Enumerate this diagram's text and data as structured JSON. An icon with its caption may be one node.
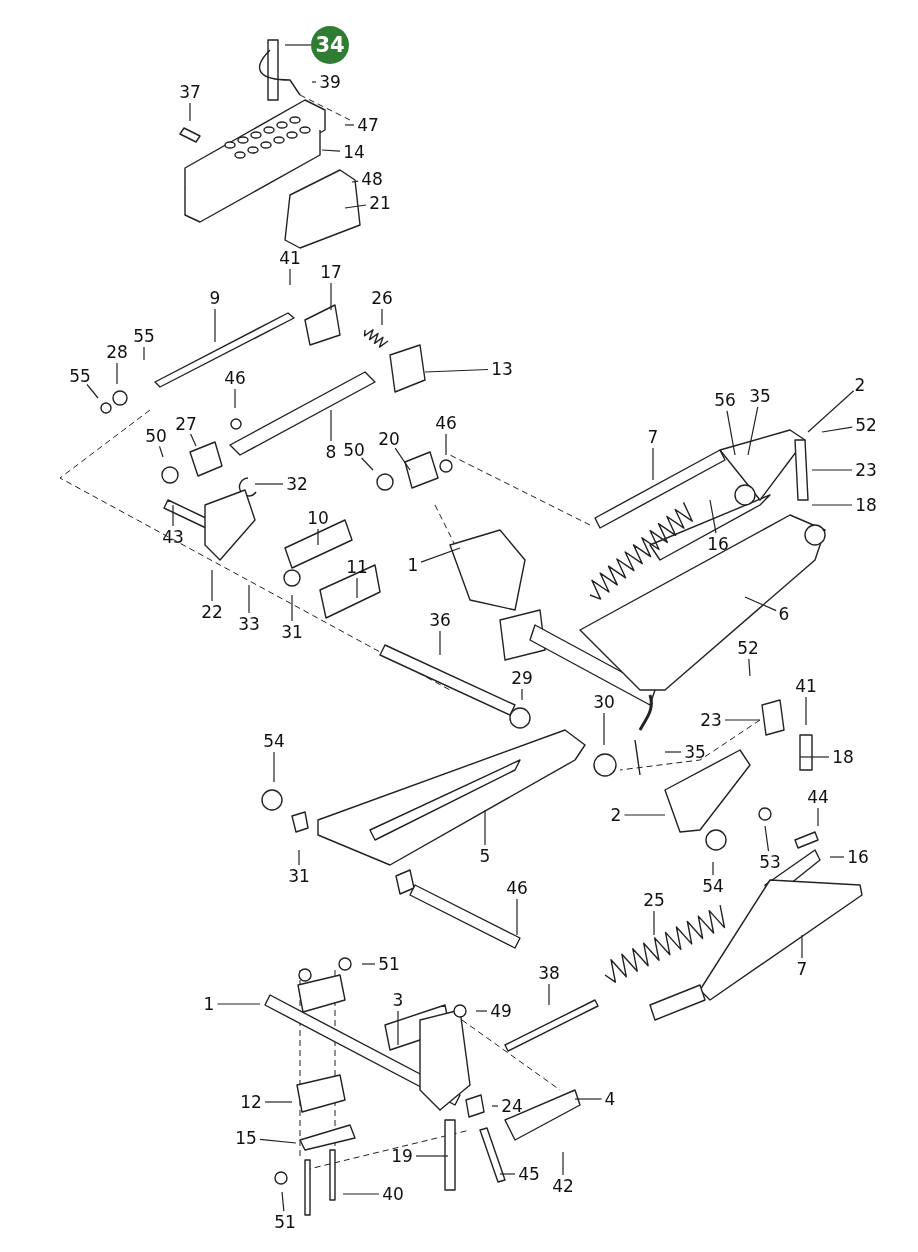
{
  "diagram": {
    "nodes": [
      {
        "text": [
          "34"
        ]
      },
      {
        "text": [
          "39"
        ]
      },
      {
        "text": [
          "37"
        ]
      },
      {
        "text": [
          "47"
        ]
      },
      {
        "text": [
          "14"
        ]
      },
      {
        "text": [
          "48"
        ]
      },
      {
        "text": [
          "21"
        ]
      },
      {
        "text": [
          "41"
        ]
      },
      {
        "text": [
          "17"
        ]
      },
      {
        "text": [
          "9"
        ]
      },
      {
        "text": [
          "26"
        ]
      },
      {
        "text": [
          "55"
        ]
      },
      {
        "text": [
          "28"
        ]
      },
      {
        "text": [
          "55"
        ]
      },
      {
        "text": [
          "13"
        ]
      },
      {
        "text": [
          "46"
        ]
      },
      {
        "text": [
          "27"
        ]
      },
      {
        "text": [
          "56"
        ]
      },
      {
        "text": [
          "35"
        ]
      },
      {
        "text": [
          "2"
        ]
      },
      {
        "text": [
          "52"
        ]
      },
      {
        "text": [
          "7"
        ]
      },
      {
        "text": [
          "23"
        ]
      },
      {
        "text": [
          "50"
        ]
      },
      {
        "text": [
          "20"
        ]
      },
      {
        "text": [
          "46"
        ]
      },
      {
        "text": [
          "32"
        ]
      },
      {
        "text": [
          "18"
        ]
      },
      {
        "text": [
          "50"
        ]
      },
      {
        "text": [
          "8"
        ]
      },
      {
        "text": [
          "10"
        ]
      },
      {
        "text": [
          "43"
        ]
      },
      {
        "text": [
          "16"
        ]
      },
      {
        "text": [
          "1"
        ]
      },
      {
        "text": [
          "11"
        ]
      },
      {
        "text": [
          "22"
        ]
      },
      {
        "text": [
          "33"
        ]
      },
      {
        "text": [
          "31"
        ]
      },
      {
        "text": [
          "6"
        ]
      },
      {
        "text": [
          "36"
        ]
      },
      {
        "text": [
          "52"
        ]
      },
      {
        "text": [
          "41"
        ]
      },
      {
        "text": [
          "29"
        ]
      },
      {
        "text": [
          "30"
        ]
      },
      {
        "text": [
          "23"
        ]
      },
      {
        "text": [
          "18"
        ]
      },
      {
        "text": [
          "54"
        ]
      },
      {
        "text": [
          "35"
        ]
      },
      {
        "text": [
          "2"
        ]
      },
      {
        "text": [
          "44"
        ]
      },
      {
        "text": [
          "53"
        ]
      },
      {
        "text": [
          "16"
        ]
      },
      {
        "text": [
          "31"
        ]
      },
      {
        "text": [
          "5"
        ]
      },
      {
        "text": [
          "54"
        ]
      },
      {
        "text": [
          "46"
        ]
      },
      {
        "text": [
          "25"
        ]
      },
      {
        "text": [
          "51"
        ]
      },
      {
        "text": [
          "7"
        ]
      },
      {
        "text": [
          "38"
        ]
      },
      {
        "text": [
          "1"
        ]
      },
      {
        "text": [
          "3"
        ]
      },
      {
        "text": [
          "49"
        ]
      },
      {
        "text": [
          "12"
        ]
      },
      {
        "text": [
          "24"
        ]
      },
      {
        "text": [
          "4"
        ]
      },
      {
        "text": [
          "15"
        ]
      },
      {
        "text": [
          "19"
        ]
      },
      {
        "text": [
          "45"
        ]
      },
      {
        "text": [
          "42"
        ]
      },
      {
        "text": [
          "51"
        ]
      },
      {
        "text": [
          "40"
        ]
      }
    ],
    "edges": [
      {
        "from": 0,
        "to": null,
        "arrow": "none"
      },
      {
        "from": 1,
        "to": null,
        "arrow": "none"
      },
      {
        "from": 2,
        "to": null,
        "arrow": "none"
      },
      {
        "from": 3,
        "to": null,
        "arrow": "none"
      },
      {
        "from": 4,
        "to": null,
        "arrow": "none"
      },
      {
        "from": 5,
        "to": null,
        "arrow": "none"
      },
      {
        "from": 6,
        "to": null,
        "arrow": "none"
      },
      {
        "from": 7,
        "to": null,
        "arrow": "none"
      },
      {
        "from": 8,
        "to": null,
        "arrow": "none"
      },
      {
        "from": 9,
        "to": null,
        "arrow": "none"
      },
      {
        "from": 10,
        "to": null,
        "arrow": "none"
      },
      {
        "from": 11,
        "to": null,
        "arrow": "none"
      },
      {
        "from": 12,
        "to": null,
        "arrow": "none"
      },
      {
        "from": 13,
        "to": null,
        "arrow": "none"
      },
      {
        "from": 14,
        "to": null,
        "arrow": "none"
      },
      {
        "from": 15,
        "to": null,
        "arrow": "none"
      },
      {
        "from": 16,
        "to": null,
        "arrow": "none"
      },
      {
        "from": 17,
        "to": null,
        "arrow": "none"
      },
      {
        "from": 18,
        "to": null,
        "arrow": "none"
      },
      {
        "from": 19,
        "to": null,
        "arrow": "none"
      },
      {
        "from": 20,
        "to": null,
        "arrow": "none"
      },
      {
        "from": 21,
        "to": null,
        "arrow": "none"
      },
      {
        "from": 22,
        "to": null,
        "arrow": "none"
      },
      {
        "from": 23,
        "to": null,
        "arrow": "none"
      },
      {
        "from": 24,
        "to": null,
        "arrow": "none"
      },
      {
        "from": 25,
        "to": null,
        "arrow": "none"
      },
      {
        "from": 26,
        "to": null,
        "arrow": "none"
      },
      {
        "from": 27,
        "to": null,
        "arrow": "none"
      },
      {
        "from": 28,
        "to": null,
        "arrow": "none"
      },
      {
        "from": 29,
        "to": null,
        "arrow": "none"
      },
      {
        "from": 30,
        "to": null,
        "arrow": "none"
      },
      {
        "from": 31,
        "to": null,
        "arrow": "none"
      },
      {
        "from": 32,
        "to": null,
        "arrow": "none"
      },
      {
        "from": 33,
        "to": null,
        "arrow": "none"
      },
      {
        "from": 34,
        "to": null,
        "arrow": "none"
      },
      {
        "from": 35,
        "to": null,
        "arrow": "none"
      },
      {
        "from": 36,
        "to": null,
        "arrow": "none"
      },
      {
        "from": 37,
        "to": null,
        "arrow": "none"
      },
      {
        "from": 38,
        "to": null,
        "arrow": "none"
      },
      {
        "from": 39,
        "to": null,
        "arrow": "none"
      },
      {
        "from": 40,
        "to": null,
        "arrow": "none"
      },
      {
        "from": 41,
        "to": null,
        "arrow": "none"
      },
      {
        "from": 42,
        "to": null,
        "arrow": "none"
      },
      {
        "from": 43,
        "to": null,
        "arrow": "none"
      },
      {
        "from": 44,
        "to": null,
        "arrow": "none"
      },
      {
        "from": 45,
        "to": null,
        "arrow": "none"
      },
      {
        "from": 46,
        "to": null,
        "arrow": "none"
      },
      {
        "from": 47,
        "to": null,
        "arrow": "none"
      },
      {
        "from": 48,
        "to": null,
        "arrow": "none"
      },
      {
        "from": 49,
        "to": null,
        "arrow": "none"
      },
      {
        "from": 50,
        "to": null,
        "arrow": "none"
      },
      {
        "from": 51,
        "to": null,
        "arrow": "none"
      },
      {
        "from": 52,
        "to": null,
        "arrow": "none"
      },
      {
        "from": 53,
        "to": null,
        "arrow": "none"
      },
      {
        "from": 54,
        "to": null,
        "arrow": "none"
      },
      {
        "from": 55,
        "to": null,
        "arrow": "none"
      },
      {
        "from": 56,
        "to": null,
        "arrow": "none"
      },
      {
        "from": 57,
        "to": null,
        "arrow": "none"
      },
      {
        "from": 58,
        "to": null,
        "arrow": "none"
      },
      {
        "from": 59,
        "to": null,
        "arrow": "none"
      },
      {
        "from": 60,
        "to": null,
        "arrow": "none"
      },
      {
        "from": 61,
        "to": null,
        "arrow": "none"
      },
      {
        "from": 62,
        "to": null,
        "arrow": "none"
      },
      {
        "from": 63,
        "to": null,
        "arrow": "none"
      },
      {
        "from": 64,
        "to": null,
        "arrow": "none"
      },
      {
        "from": 65,
        "to": null,
        "arrow": "none"
      },
      {
        "from": 66,
        "to": null,
        "arrow": "none"
      },
      {
        "from": 67,
        "to": null,
        "arrow": "none"
      },
      {
        "from": 68,
        "to": null,
        "arrow": "none"
      },
      {
        "from": 69,
        "to": null,
        "arrow": "none"
      },
      {
        "from": 70,
        "to": null,
        "arrow": "none"
      },
      {
        "from": 71,
        "to": null,
        "arrow": "none"
      }
    ]
  }
}
